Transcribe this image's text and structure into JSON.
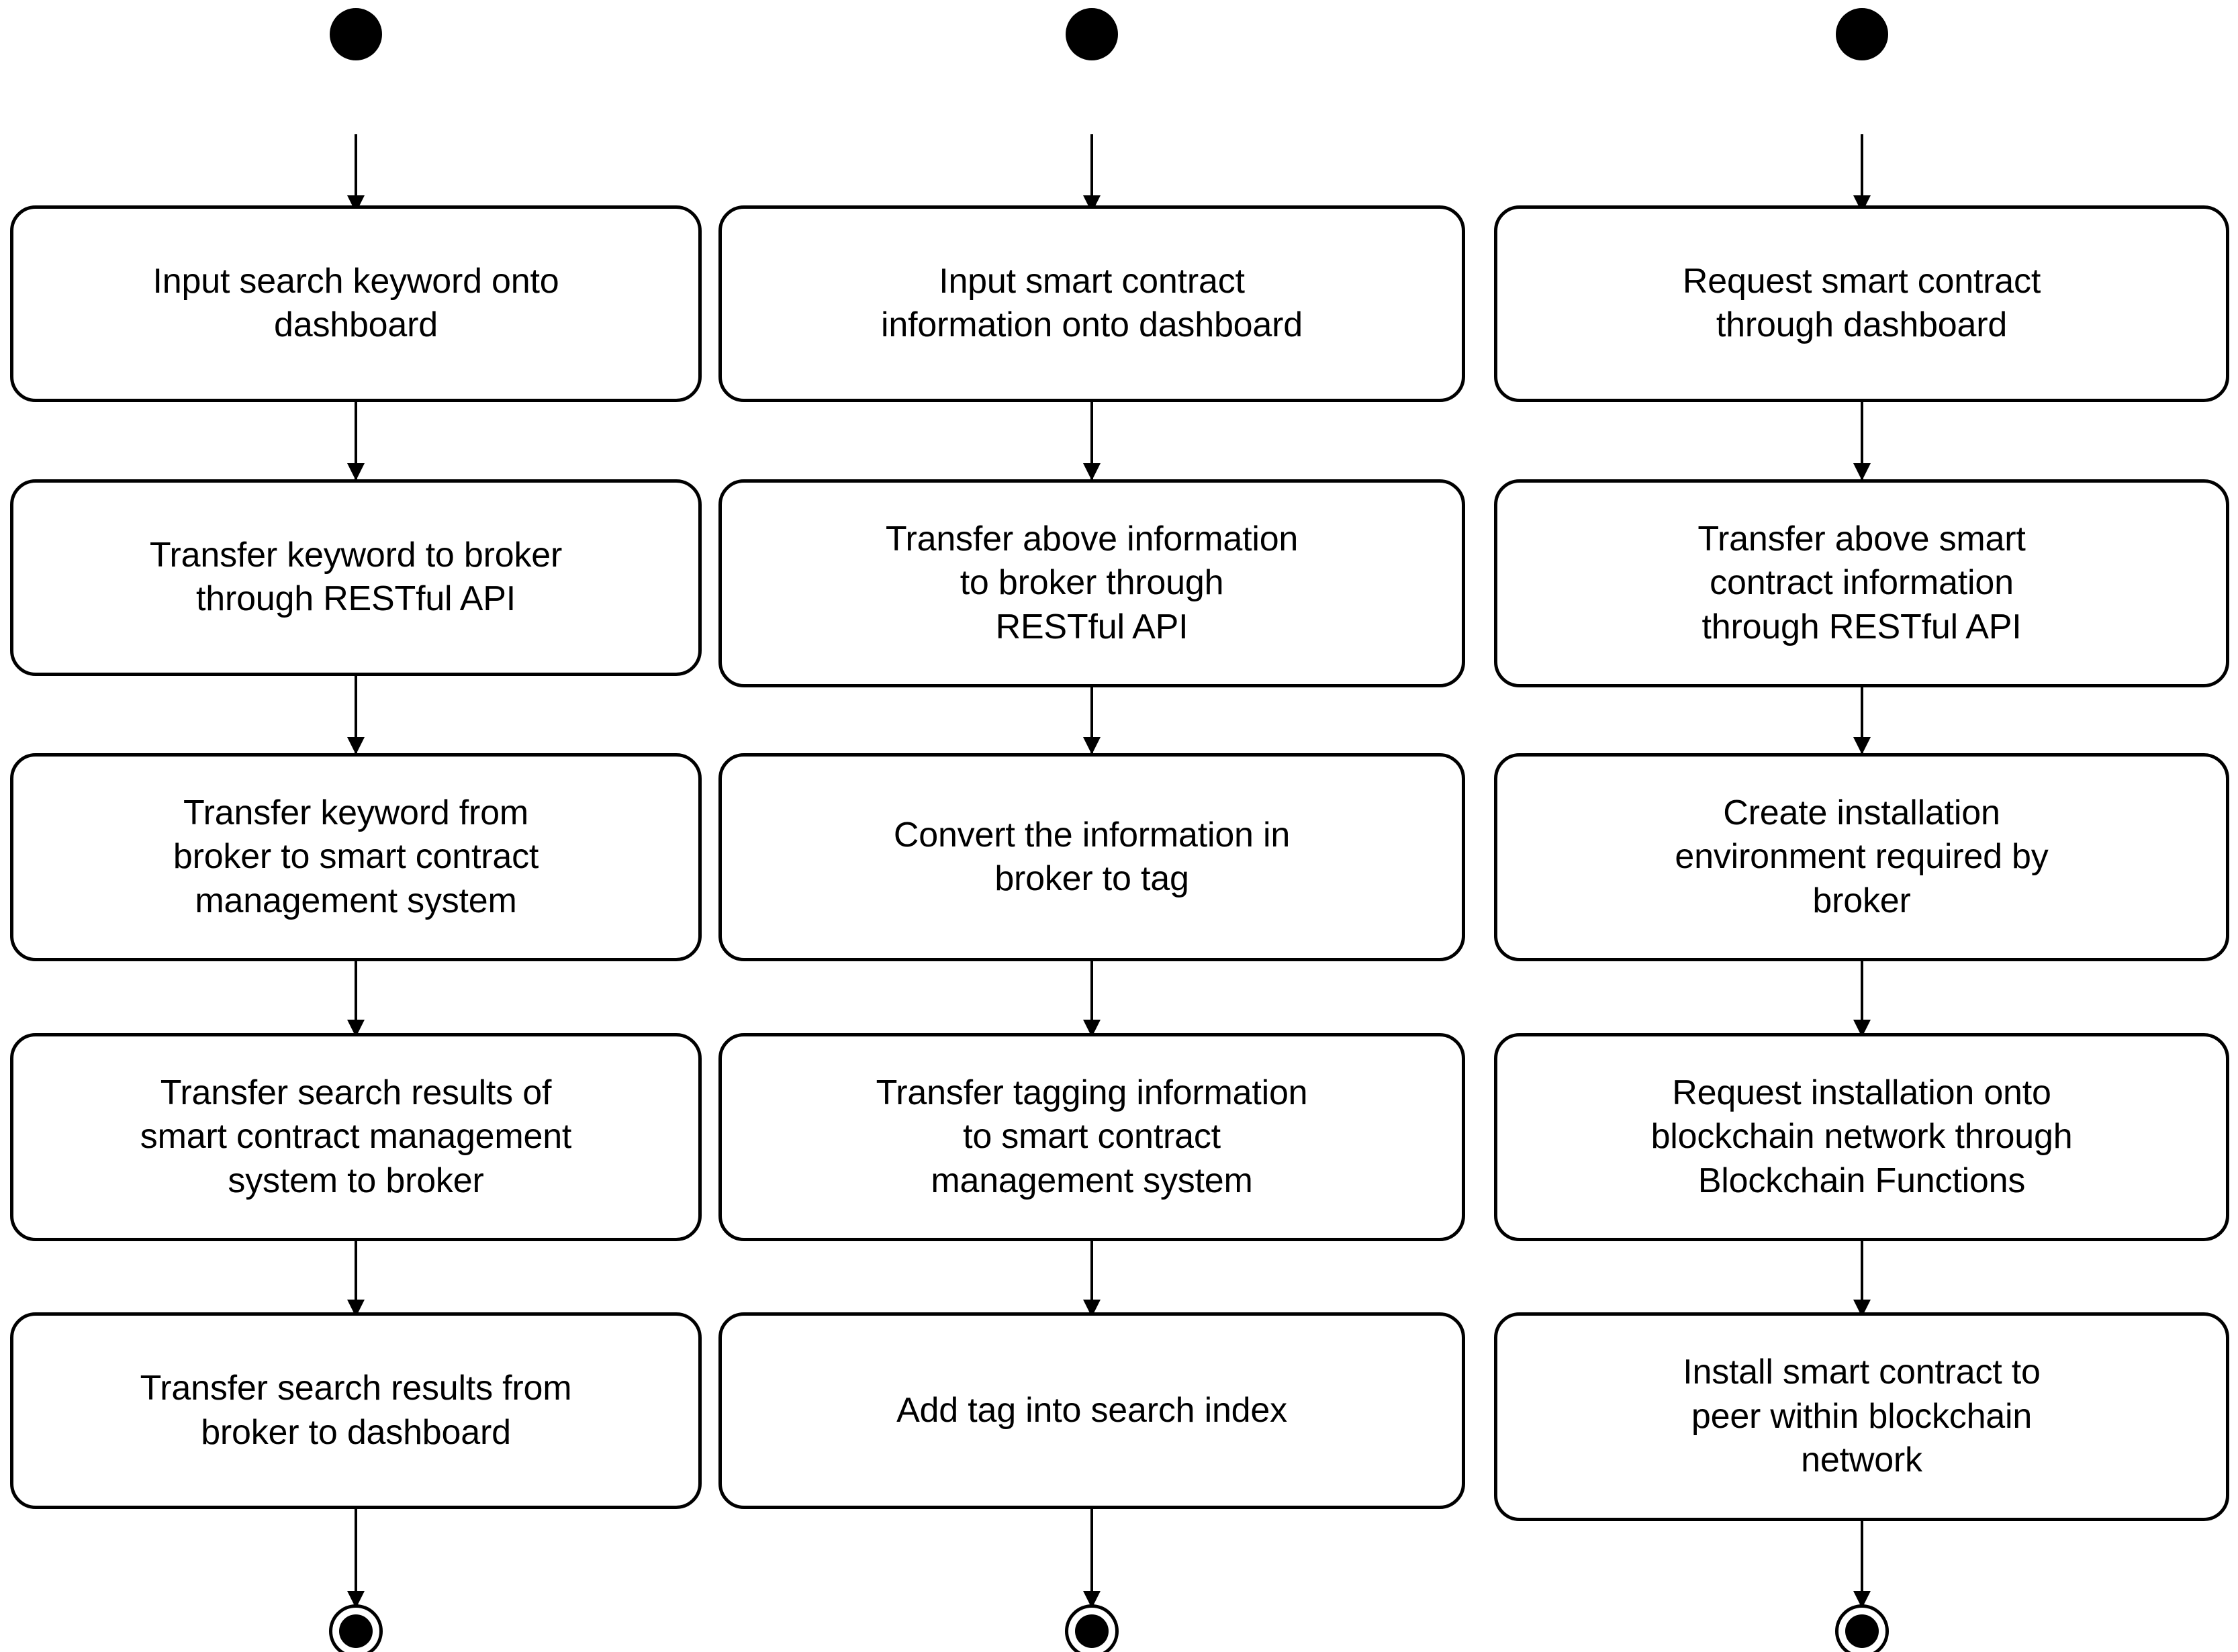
{
  "diagram": {
    "type": "uml-activity-diagram",
    "background_color": "#ffffff",
    "stroke_color": "#000000",
    "node_shapes": {
      "start": "filled-circle",
      "activity": "rounded-rectangle",
      "end": "circle-with-filled-inner-circle",
      "edge": "straight-arrow-down"
    },
    "columns": [
      {
        "id": "flow-search",
        "start_node": "initial-node",
        "end_node": "final-node",
        "activities": [
          {
            "id": "a1-1",
            "label": "Input search keyword onto\ndashboard"
          },
          {
            "id": "a1-2",
            "label": "Transfer keyword to broker\nthrough RESTful API"
          },
          {
            "id": "a1-3",
            "label": "Transfer keyword from\nbroker to smart contract\nmanagement system"
          },
          {
            "id": "a1-4",
            "label": "Transfer search results of\nsmart contract management\nsystem to broker"
          },
          {
            "id": "a1-5",
            "label": "Transfer search results from\nbroker to dashboard"
          }
        ]
      },
      {
        "id": "flow-register",
        "start_node": "initial-node",
        "end_node": "final-node",
        "activities": [
          {
            "id": "a2-1",
            "label": "Input smart contract\ninformation onto dashboard"
          },
          {
            "id": "a2-2",
            "label": "Transfer above information\nto broker through\nRESTful API"
          },
          {
            "id": "a2-3",
            "label": "Convert the information in\nbroker to tag"
          },
          {
            "id": "a2-4",
            "label": "Transfer tagging information\nto smart contract\nmanagement system"
          },
          {
            "id": "a2-5",
            "label": "Add tag into search index"
          }
        ]
      },
      {
        "id": "flow-install",
        "start_node": "initial-node",
        "end_node": "final-node",
        "activities": [
          {
            "id": "a3-1",
            "label": "Request smart contract\nthrough dashboard"
          },
          {
            "id": "a3-2",
            "label": "Transfer above smart\ncontract information\nthrough RESTful API"
          },
          {
            "id": "a3-3",
            "label": "Create installation\nenvironment required by\nbroker"
          },
          {
            "id": "a3-4",
            "label": "Request installation onto\nblockchain network through\nBlockchain Functions"
          },
          {
            "id": "a3-5",
            "label": "Install smart contract to\npeer within blockchain\nnetwork"
          }
        ]
      }
    ]
  }
}
